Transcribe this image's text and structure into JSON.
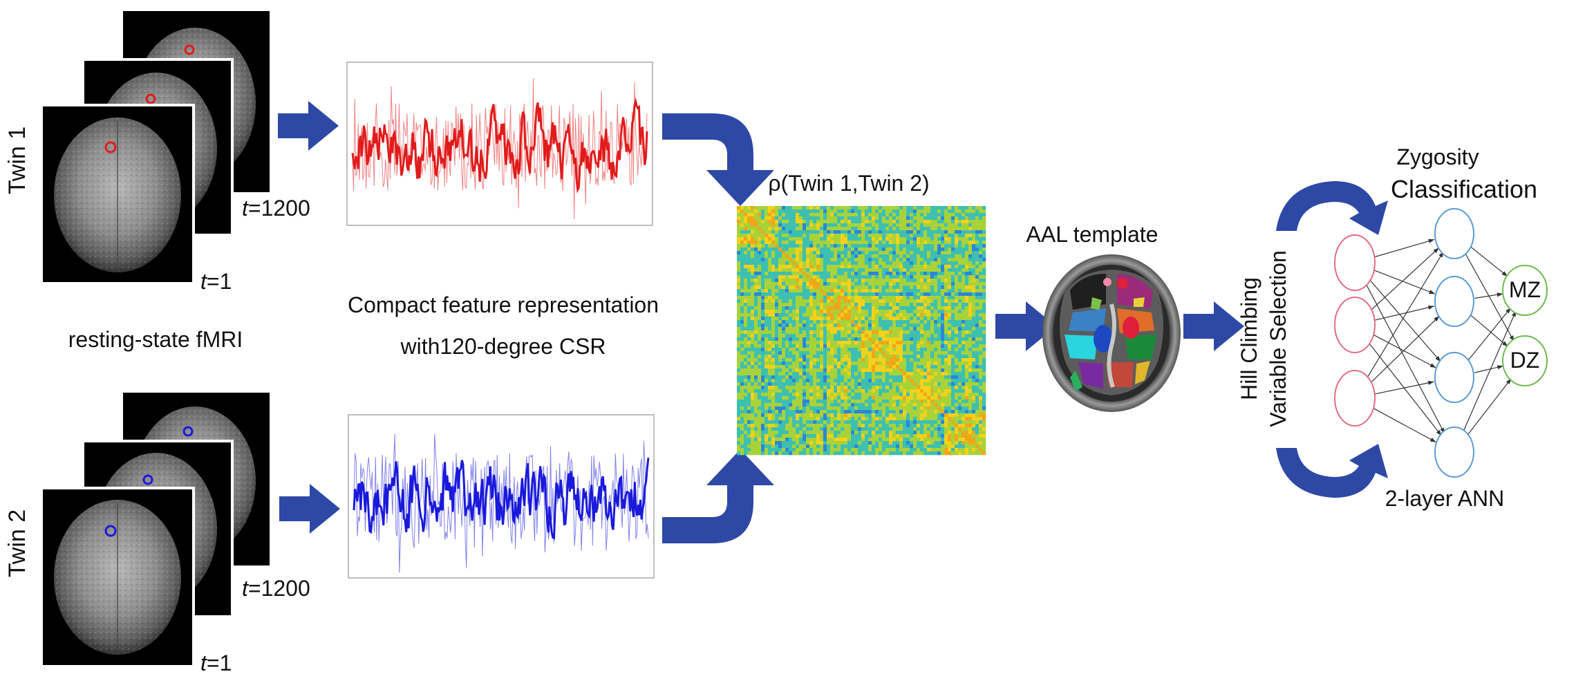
{
  "labels": {
    "twin1": "Twin 1",
    "twin2": "Twin 2",
    "t_var": "t",
    "t_first": "=1",
    "t_last": "=1200",
    "fmri": "resting-state fMRI",
    "compact_line1": "Compact feature representation",
    "compact_line2": "with120-degree CSR",
    "rho": "ρ(Twin 1,Twin 2)",
    "aal": "AAL template",
    "hill_line1": "Hill Climbing",
    "hill_line2": "Variable Selection",
    "zyg_line1": "Zygosity",
    "zyg_line2": "Classification",
    "ann": "2-layer ANN",
    "mz": "MZ",
    "dz": "DZ"
  },
  "colors": {
    "arrow": "#2e48a6",
    "twin1_signal": "#e11b1b",
    "twin2_signal": "#1a1adb",
    "input_node": "#e06c80",
    "hidden_node": "#5b9bd5",
    "output_node": "#6dbb4f",
    "edge": "#333333"
  },
  "network": {
    "input_nodes": 3,
    "hidden_nodes": 4,
    "output_nodes": 2
  }
}
